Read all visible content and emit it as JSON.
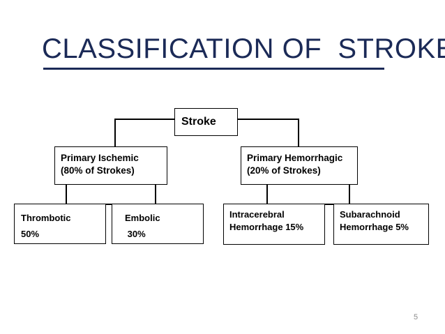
{
  "slide": {
    "title": "CLASSIFICATION OF  STROKE",
    "page_number": "5",
    "title_color": "#1b2a57",
    "line_color": "#000000",
    "background_color": "#ffffff",
    "page_number_color": "#8d8d8d"
  },
  "diagram": {
    "type": "tree",
    "root": {
      "id": "stroke",
      "label": "Stroke"
    },
    "level2": [
      {
        "id": "primary-ischemic",
        "line_1": "Primary Ischemic",
        "line_2": "(80% of Strokes)",
        "percent": "80%"
      },
      {
        "id": "primary-hemorrhagic",
        "line_1": "Primary Hemorrhagic",
        "line_2": "(20% of Strokes)",
        "percent": "20%"
      }
    ],
    "level3": [
      {
        "id": "thrombotic",
        "parent": "primary-ischemic",
        "line_1": "Thrombotic",
        "line_2": "50%",
        "percent": "50%"
      },
      {
        "id": "embolic",
        "parent": "primary-ischemic",
        "line_1": "Embolic",
        "line_2": " 30%",
        "percent": "30%"
      },
      {
        "id": "intracerebral-hemorrhage",
        "parent": "primary-hemorrhagic",
        "line_1": "Intracerebral",
        "line_2": "Hemorrhage 15%",
        "percent": "15%"
      },
      {
        "id": "subarachnoid-hemorrhage",
        "parent": "primary-hemorrhagic",
        "line_1": "Subarachnoid",
        "line_2": "Hemorrhage 5%",
        "percent": "5%"
      }
    ]
  }
}
